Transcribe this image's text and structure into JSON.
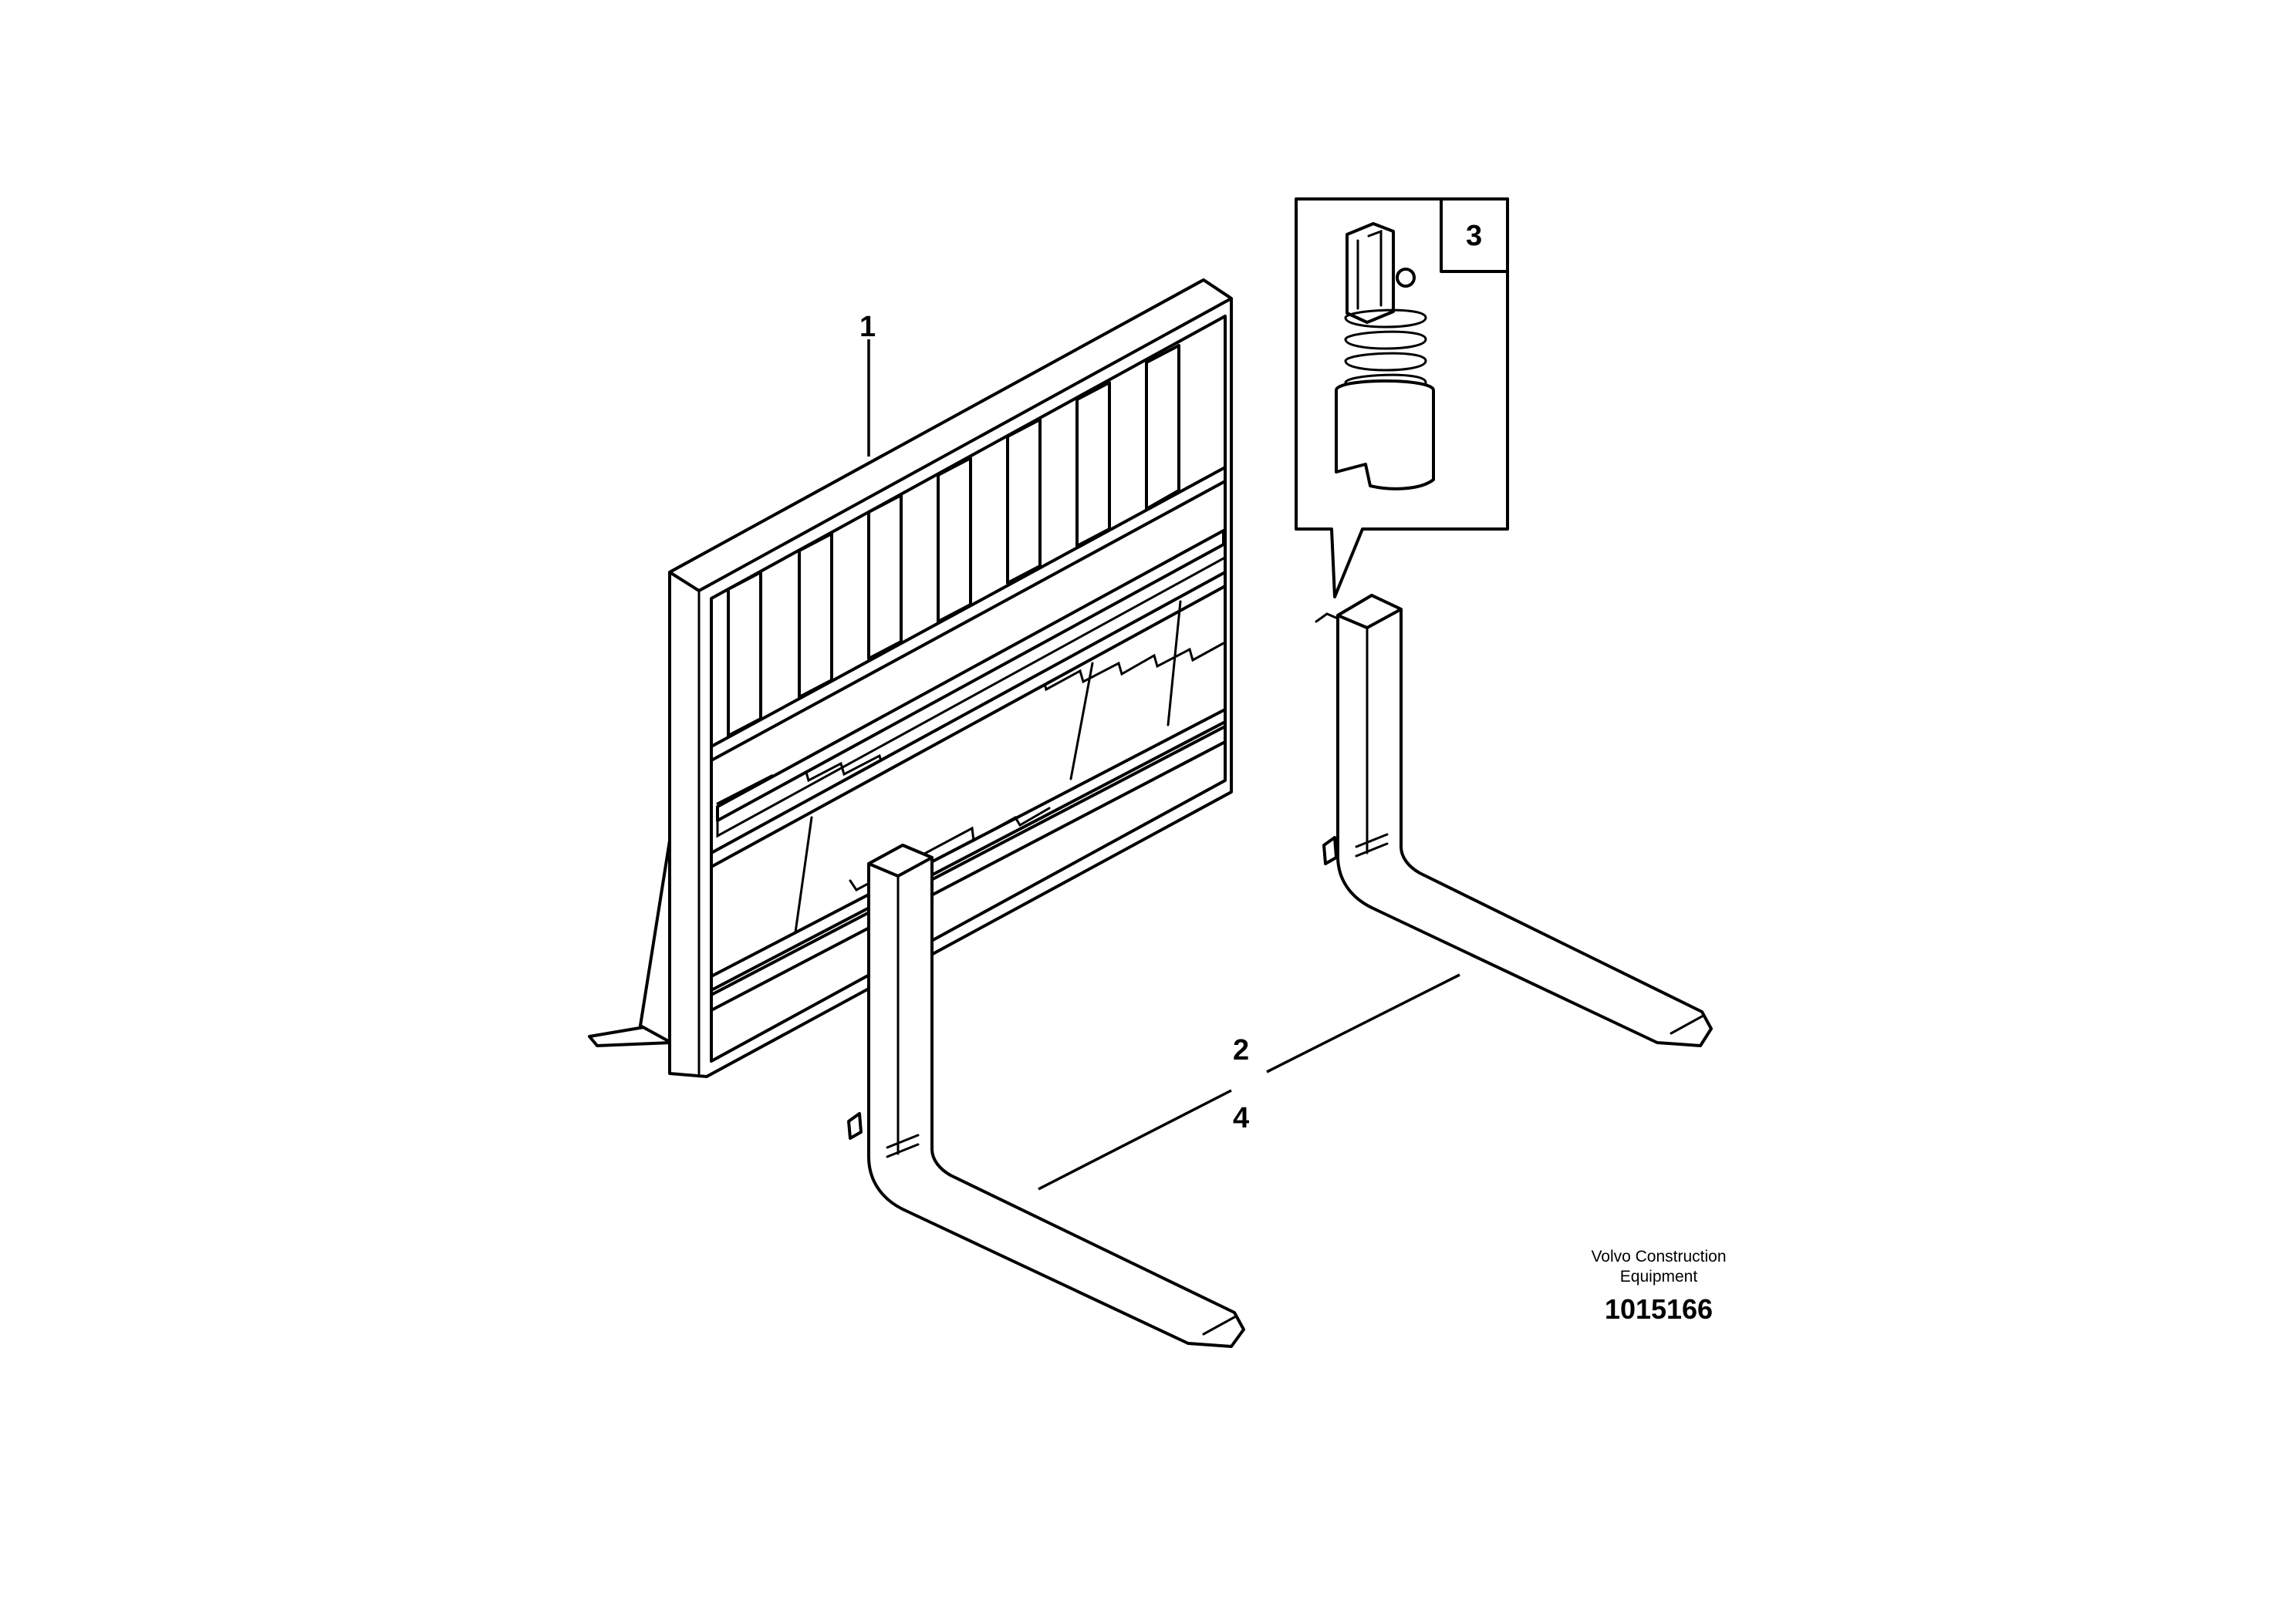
{
  "callouts": {
    "c1": "1",
    "c2": "2",
    "c3": "3",
    "c4": "4"
  },
  "credit": {
    "line1": "Volvo Construction",
    "line2": "Equipment",
    "ref_number": "1015166"
  },
  "colors": {
    "line": "#000000",
    "background": "#ffffff"
  }
}
